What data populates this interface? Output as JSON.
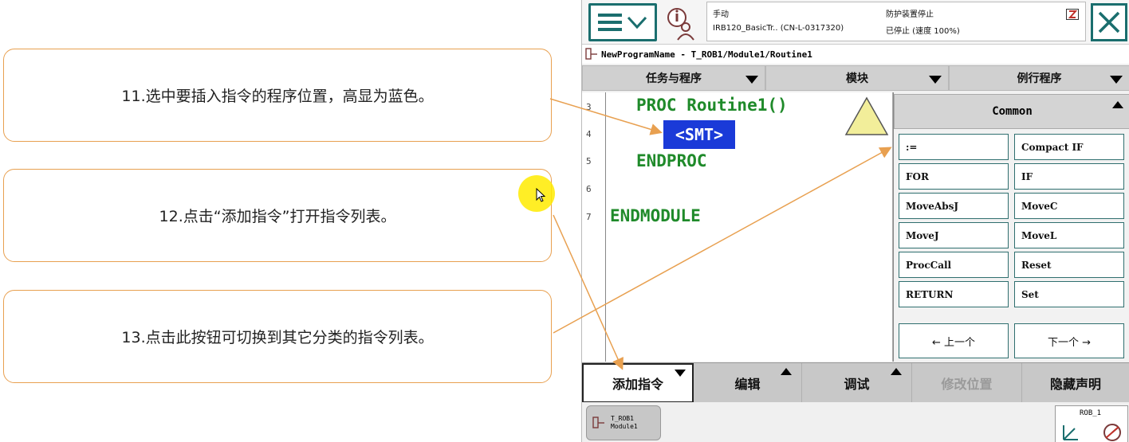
{
  "callouts": [
    "11.选中要插入指令的程序位置，高显为蓝色。",
    "12.点击“添加指令”打开指令列表。",
    "13.点击此按钮可切换到其它分类的指令列表。"
  ],
  "status": {
    "mode": "手动",
    "system": "IRB120_BasicTr.. (CN-L-0317320)",
    "guard": "防护装置停止",
    "state": "已停止 (速度 100%)"
  },
  "path": "NewProgramName - T_ROB1/Module1/Routine1",
  "tabs": [
    "任务与程序",
    "模块",
    "例行程序"
  ],
  "code": {
    "line_numbers": [
      "3",
      "4",
      "5",
      "6",
      "7"
    ],
    "proc": "PROC Routine1()",
    "smt": "<SMT>",
    "endproc": "ENDPROC",
    "endmodule": "ENDMODULE"
  },
  "panel": {
    "title": "Common",
    "instructions": [
      ":=",
      "Compact IF",
      "FOR",
      "IF",
      "MoveAbsJ",
      "MoveC",
      "MoveJ",
      "MoveL",
      "ProcCall",
      "Reset",
      "RETURN",
      "Set"
    ],
    "prev": "←  上一个",
    "next": "下一个  →"
  },
  "commands": [
    "添加指令",
    "编辑",
    "调试",
    "修改位置",
    "隐藏声明"
  ],
  "taskbar": {
    "task_line1": "T_ROB1",
    "task_line2": "Module1",
    "rob": "ROB_1"
  },
  "colors": {
    "code_green": "#1f8a2a",
    "selection_blue": "#1a3ad8",
    "callout_border": "#e8a050",
    "frame_teal": "#1a6e6e"
  }
}
